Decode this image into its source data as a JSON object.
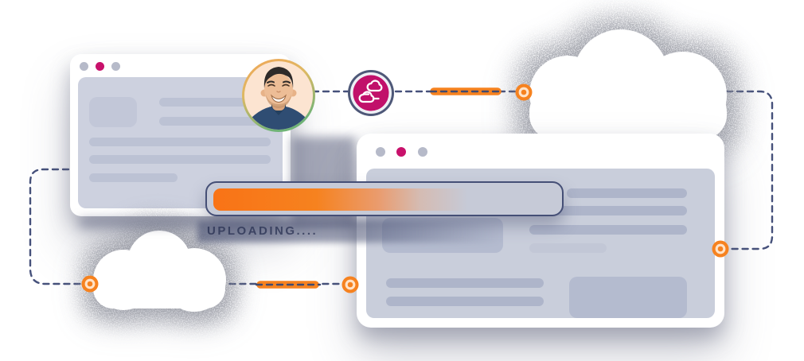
{
  "illustration": {
    "name": "cloud-upload-illustration",
    "upload_label": "UPLOADING....",
    "colors": {
      "accent_orange": "#F6821F",
      "accent_orange_deep": "#F97316",
      "accent_magenta": "#C8116B",
      "connector_navy": "#46517B",
      "window_white": "#FFFFFF",
      "panel_light": "#CDD1DF",
      "panel_mid": "#C9CEDB",
      "placeholder_dark": "#AEB5CA",
      "avatar_background": "#FCE4D1",
      "avatar_ring_top": "#F2A556",
      "avatar_ring_bottom": "#6FB376"
    },
    "window_left": {
      "kind": "browser-window-mockup",
      "traffic_dot_colors": [
        "#B6BAC9",
        "#C8116B",
        "#B6BAC9"
      ],
      "placeholder_rows": 5
    },
    "window_right": {
      "kind": "browser-window-mockup",
      "traffic_dot_colors": [
        "#B6BAC9",
        "#C8116B",
        "#B6BAC9"
      ],
      "placeholder_rows": 8
    },
    "icons": {
      "cloud_sync": "cloud-sync-icon",
      "avatar": "user-avatar-photo",
      "cloud_top_right": "cloud-shape",
      "cloud_bottom_left": "cloud-shape",
      "connector_dot_count": 4
    },
    "progress": {
      "label": "UPLOADING....",
      "visual_fill_percent": 55
    }
  }
}
